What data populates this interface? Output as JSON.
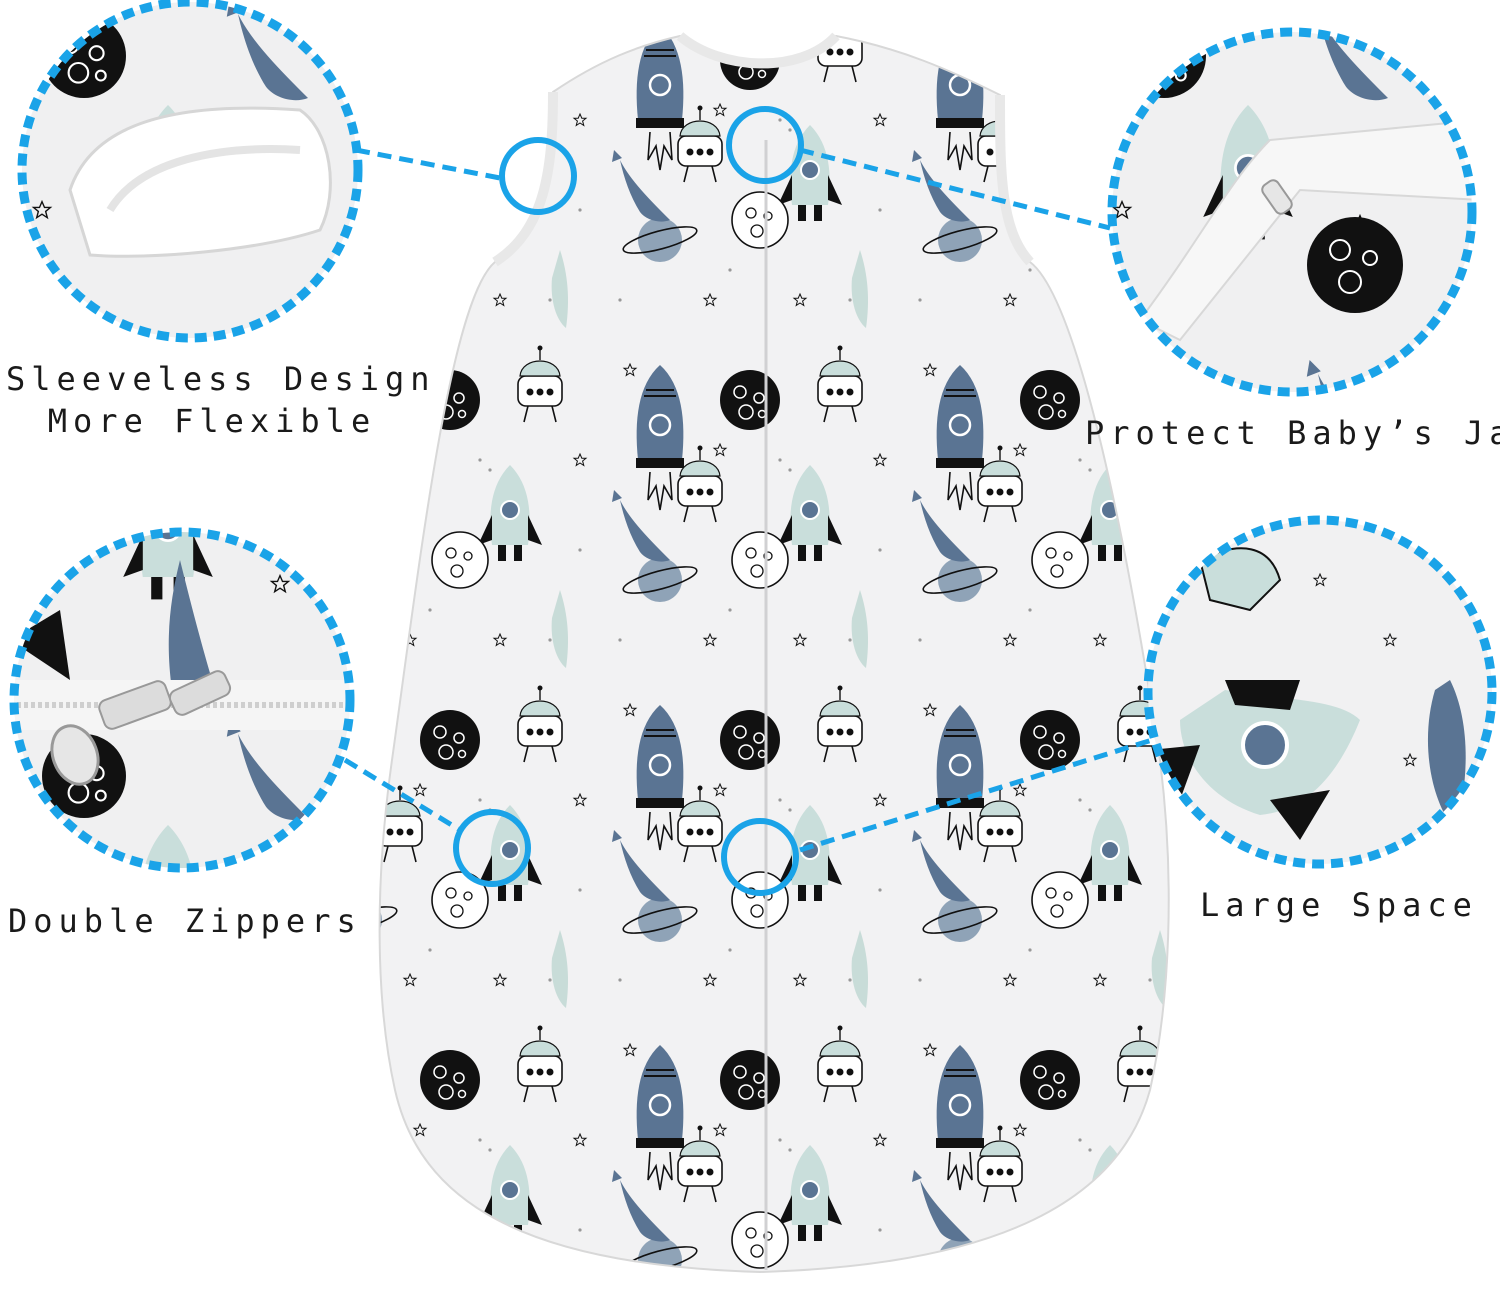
{
  "features": [
    {
      "id": "sleeveless",
      "lines": [
        "Sleeveless Design",
        "More Flexible"
      ]
    },
    {
      "id": "jaw",
      "lines": [
        "Protect Baby’s Jaw"
      ]
    },
    {
      "id": "zippers",
      "lines": [
        "Double Zippers"
      ]
    },
    {
      "id": "space",
      "lines": [
        "Large Space"
      ]
    }
  ],
  "colors": {
    "callout_ring": "#1aa3e8",
    "fabric": "#f2f2f3",
    "rocket_blue": "#5a7493",
    "planet_black": "#111111",
    "mint": "#bfd8d4",
    "text": "#1a1a1a"
  }
}
